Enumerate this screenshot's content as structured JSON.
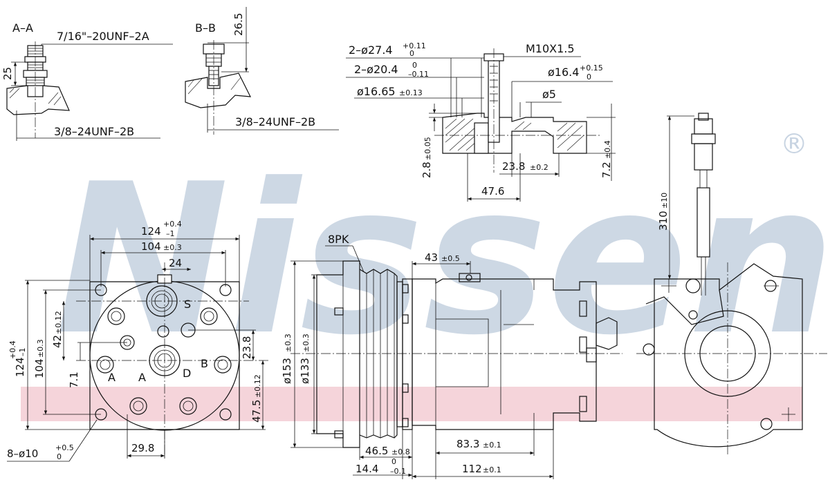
{
  "colors": {
    "watermark": "#c8d4e2",
    "band": "#f5d4da",
    "line": "#111111"
  },
  "watermark": {
    "text": "Nissens",
    "registered": "®"
  },
  "section_aa": {
    "label": "A–A",
    "thread_top": "7/16\"–20UNF–2A",
    "height": "25",
    "thread_bottom": "3/8–24UNF–2B"
  },
  "section_bb": {
    "label": "B–B",
    "height": "26.5",
    "thread_bottom": "3/8–24UNF–2B"
  },
  "top_detail": {
    "bore_1": {
      "main": "2–ø27.4",
      "sup": "+0.11",
      "sub": "0"
    },
    "bore_2": {
      "main": "2–ø20.4",
      "sup": "0",
      "sub": "–0.11"
    },
    "bore_3": {
      "main": "ø16.65",
      "tol": "±0.13"
    },
    "thread": "M10X1.5",
    "dia_right": {
      "main": "ø16.4",
      "sup": "+0.15",
      "sub": "0"
    },
    "dia_small": "ø5",
    "height_left": {
      "main": "2.8",
      "tol": "±0.05"
    },
    "offset": {
      "main": "23.8",
      "tol": "±0.2"
    },
    "width": "47.6",
    "height_right": {
      "main": "7.2",
      "tol": "±0.4"
    }
  },
  "front_view": {
    "width_outer": {
      "main": "124",
      "sup": "+0.4",
      "sub": "–1"
    },
    "width_inner": {
      "main": "104",
      "tol": "±0.3"
    },
    "port_spacing": "24",
    "height_outer": {
      "main": "124",
      "sup": "+0.4",
      "sub": "–1"
    },
    "height_inner": {
      "main": "104",
      "tol": "±0.3"
    },
    "offset_42": {
      "main": "42",
      "tol": "±0.12"
    },
    "offset_71": "7.1",
    "offset_238": "23.8",
    "offset_475": {
      "main": "47.5",
      "tol": "±0.12"
    },
    "bottom_offset": "29.8",
    "holes": {
      "main": "8–ø10",
      "sup": "+0.5",
      "sub": "0"
    },
    "port_labels": {
      "s": "S",
      "d": "D",
      "a": "A",
      "b": "B",
      "a2": "A"
    }
  },
  "side_view": {
    "pulley_type": "8PK",
    "dia_outer": {
      "main": "ø153",
      "tol": "±0.3"
    },
    "dia_inner": {
      "main": "ø133",
      "tol": "±0.3"
    },
    "offset_top": {
      "main": "43",
      "tol": "±0.5"
    },
    "body_width": {
      "main": "83.3",
      "tol": "±0.1"
    },
    "pulley_offset": {
      "main": "46.5",
      "tol": "±0.8"
    },
    "front_offset": {
      "main": "14.4",
      "sup": "0",
      "sub": "–0.1"
    },
    "total_length": {
      "main": "112",
      "tol": "±0.1"
    }
  },
  "rear_view": {
    "cable_length": {
      "main": "310",
      "tol": "±10"
    }
  }
}
